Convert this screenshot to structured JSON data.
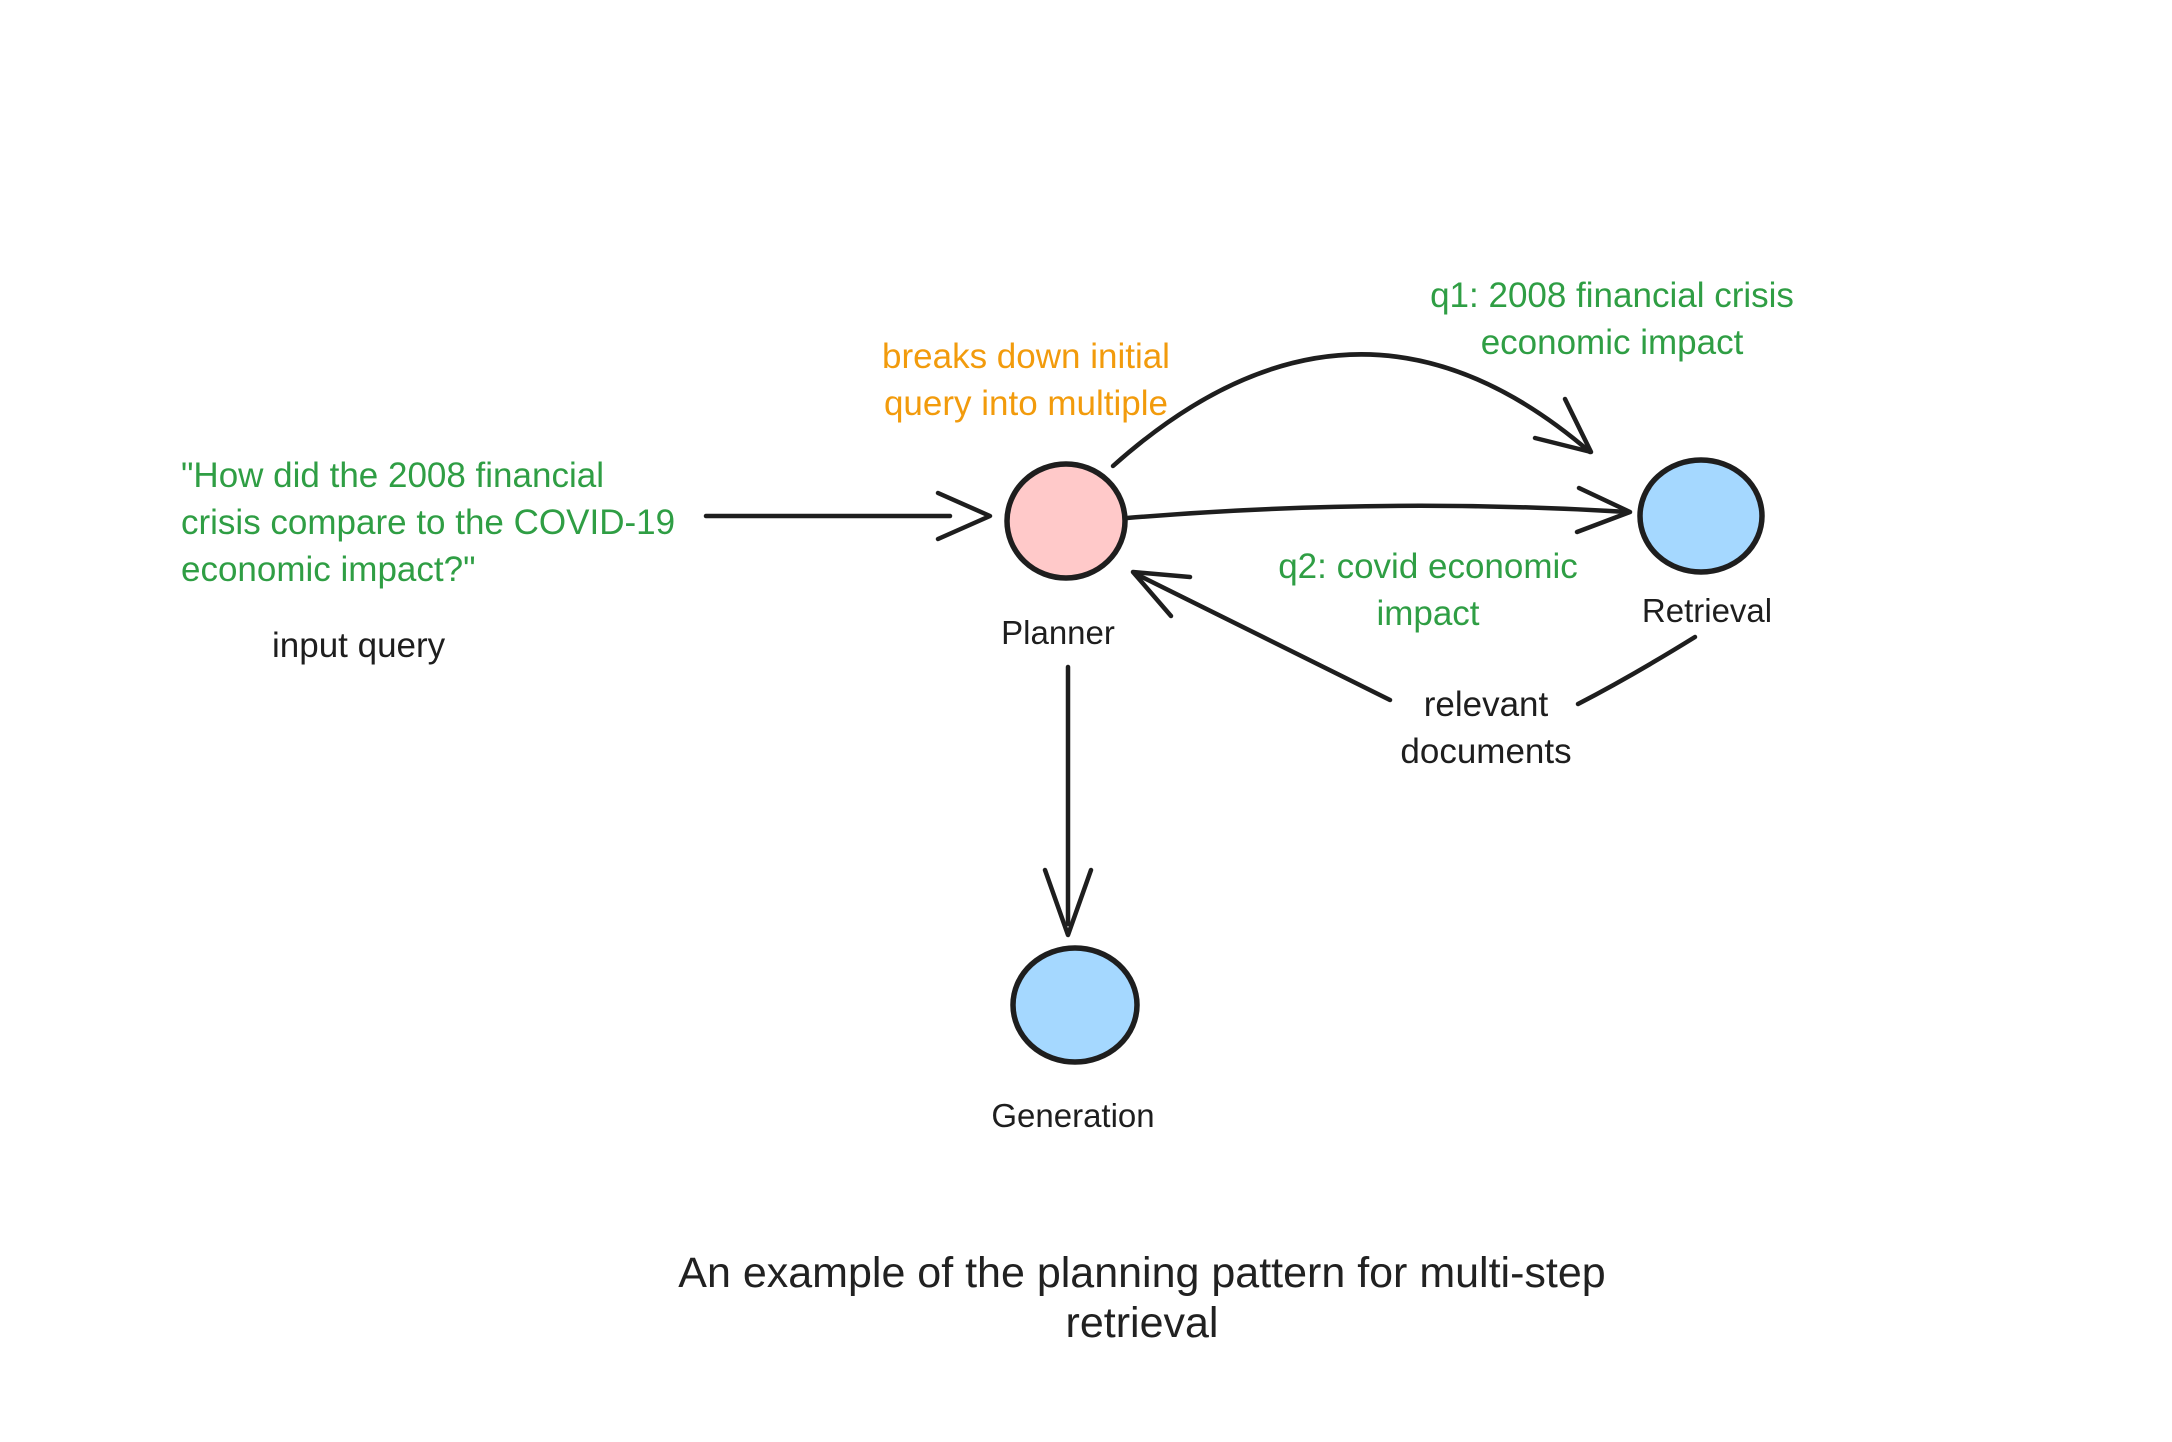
{
  "colors": {
    "green": "#2f9e44",
    "orange": "#f29b0c",
    "ink": "#1e1e1e",
    "planner_fill": "#ffc9c9",
    "node_fill": "#a5d8ff",
    "background": "#ffffff"
  },
  "input": {
    "query": "\"How did the 2008 financial\ncrisis compare to the COVID-19\neconomic impact?\"",
    "label": "input query"
  },
  "nodes": {
    "planner": {
      "label": "Planner",
      "annotation": "breaks down initial\nquery into multiple"
    },
    "retrieval": {
      "label": "Retrieval"
    },
    "generation": {
      "label": "Generation"
    }
  },
  "edges": {
    "q1_label": "q1: 2008 financial crisis\neconomic impact",
    "q2_label": "q2: covid economic\nimpact",
    "return_label": "relevant\ndocuments"
  },
  "caption": "An example of the planning pattern for multi-step retrieval"
}
